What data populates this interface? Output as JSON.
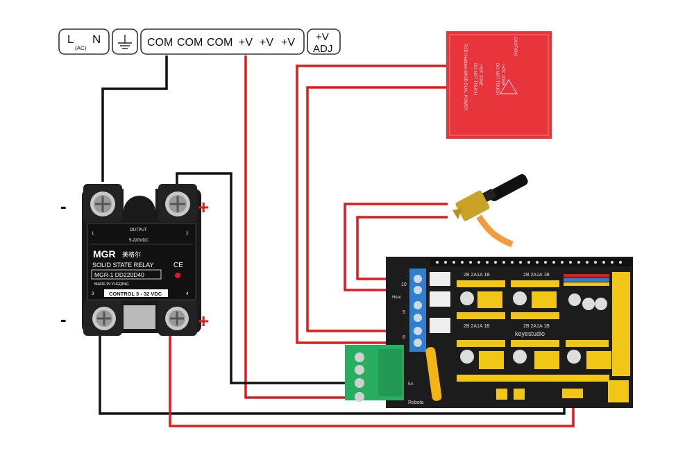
{
  "power_supply_terminals": {
    "ac_live": "L",
    "ac_neutral": "N",
    "ac_note": "(AC)",
    "com_1": "COM",
    "com_2": "COM",
    "com_3": "COM",
    "v_1": "+V",
    "v_2": "+V",
    "v_3": "+V",
    "adj_top": "+V",
    "adj_bottom": "ADJ"
  },
  "relay": {
    "output_title": "OUTPUT",
    "output_range": "5-220VDC",
    "pin_1": "1",
    "pin_2": "2",
    "brand": "MGR",
    "brand_cn": "美格尔",
    "type": "SOLID STATE RELAY",
    "model": "MGR-1  DD220D40",
    "ce": "CE",
    "made_in": "MADE IN YUEQING",
    "control": "CONTROL 3 - 32 VDC",
    "pin_3": "3",
    "pin_4": "4",
    "minus_top": "-",
    "plus_top": "+",
    "minus_bottom": "-",
    "plus_bottom": "+"
  },
  "heated_bed": {
    "caution_title": "CAUTION:",
    "hot_zone_1": "HOT ZONE",
    "do_not_touch_1": "DO NOT TOUCH",
    "hot_zone_2": "HOT ZONE",
    "do_not_touch_2": "DO NOT TOUCH",
    "pcb_text": "PCB Heatbed MK2B DUAL POWER"
  },
  "ramps_board": {
    "brand": "keyestudio",
    "driver_label": "2B 2A1A 1B",
    "terminal_label": "Heat",
    "d10": "10",
    "d9": "9",
    "d8": "8",
    "power_label": "5A",
    "robot_label": "Robota"
  },
  "colors": {
    "wire_black": "#111111",
    "wire_red": "#e11b1b",
    "relay_body": "#1a1a1a",
    "heatbed": "#e8343b",
    "ramps_board": "#1c1c1c",
    "ramps_header": "#f2c617",
    "terminal_blue": "#2f7fd1",
    "terminal_green": "#27ae60"
  }
}
